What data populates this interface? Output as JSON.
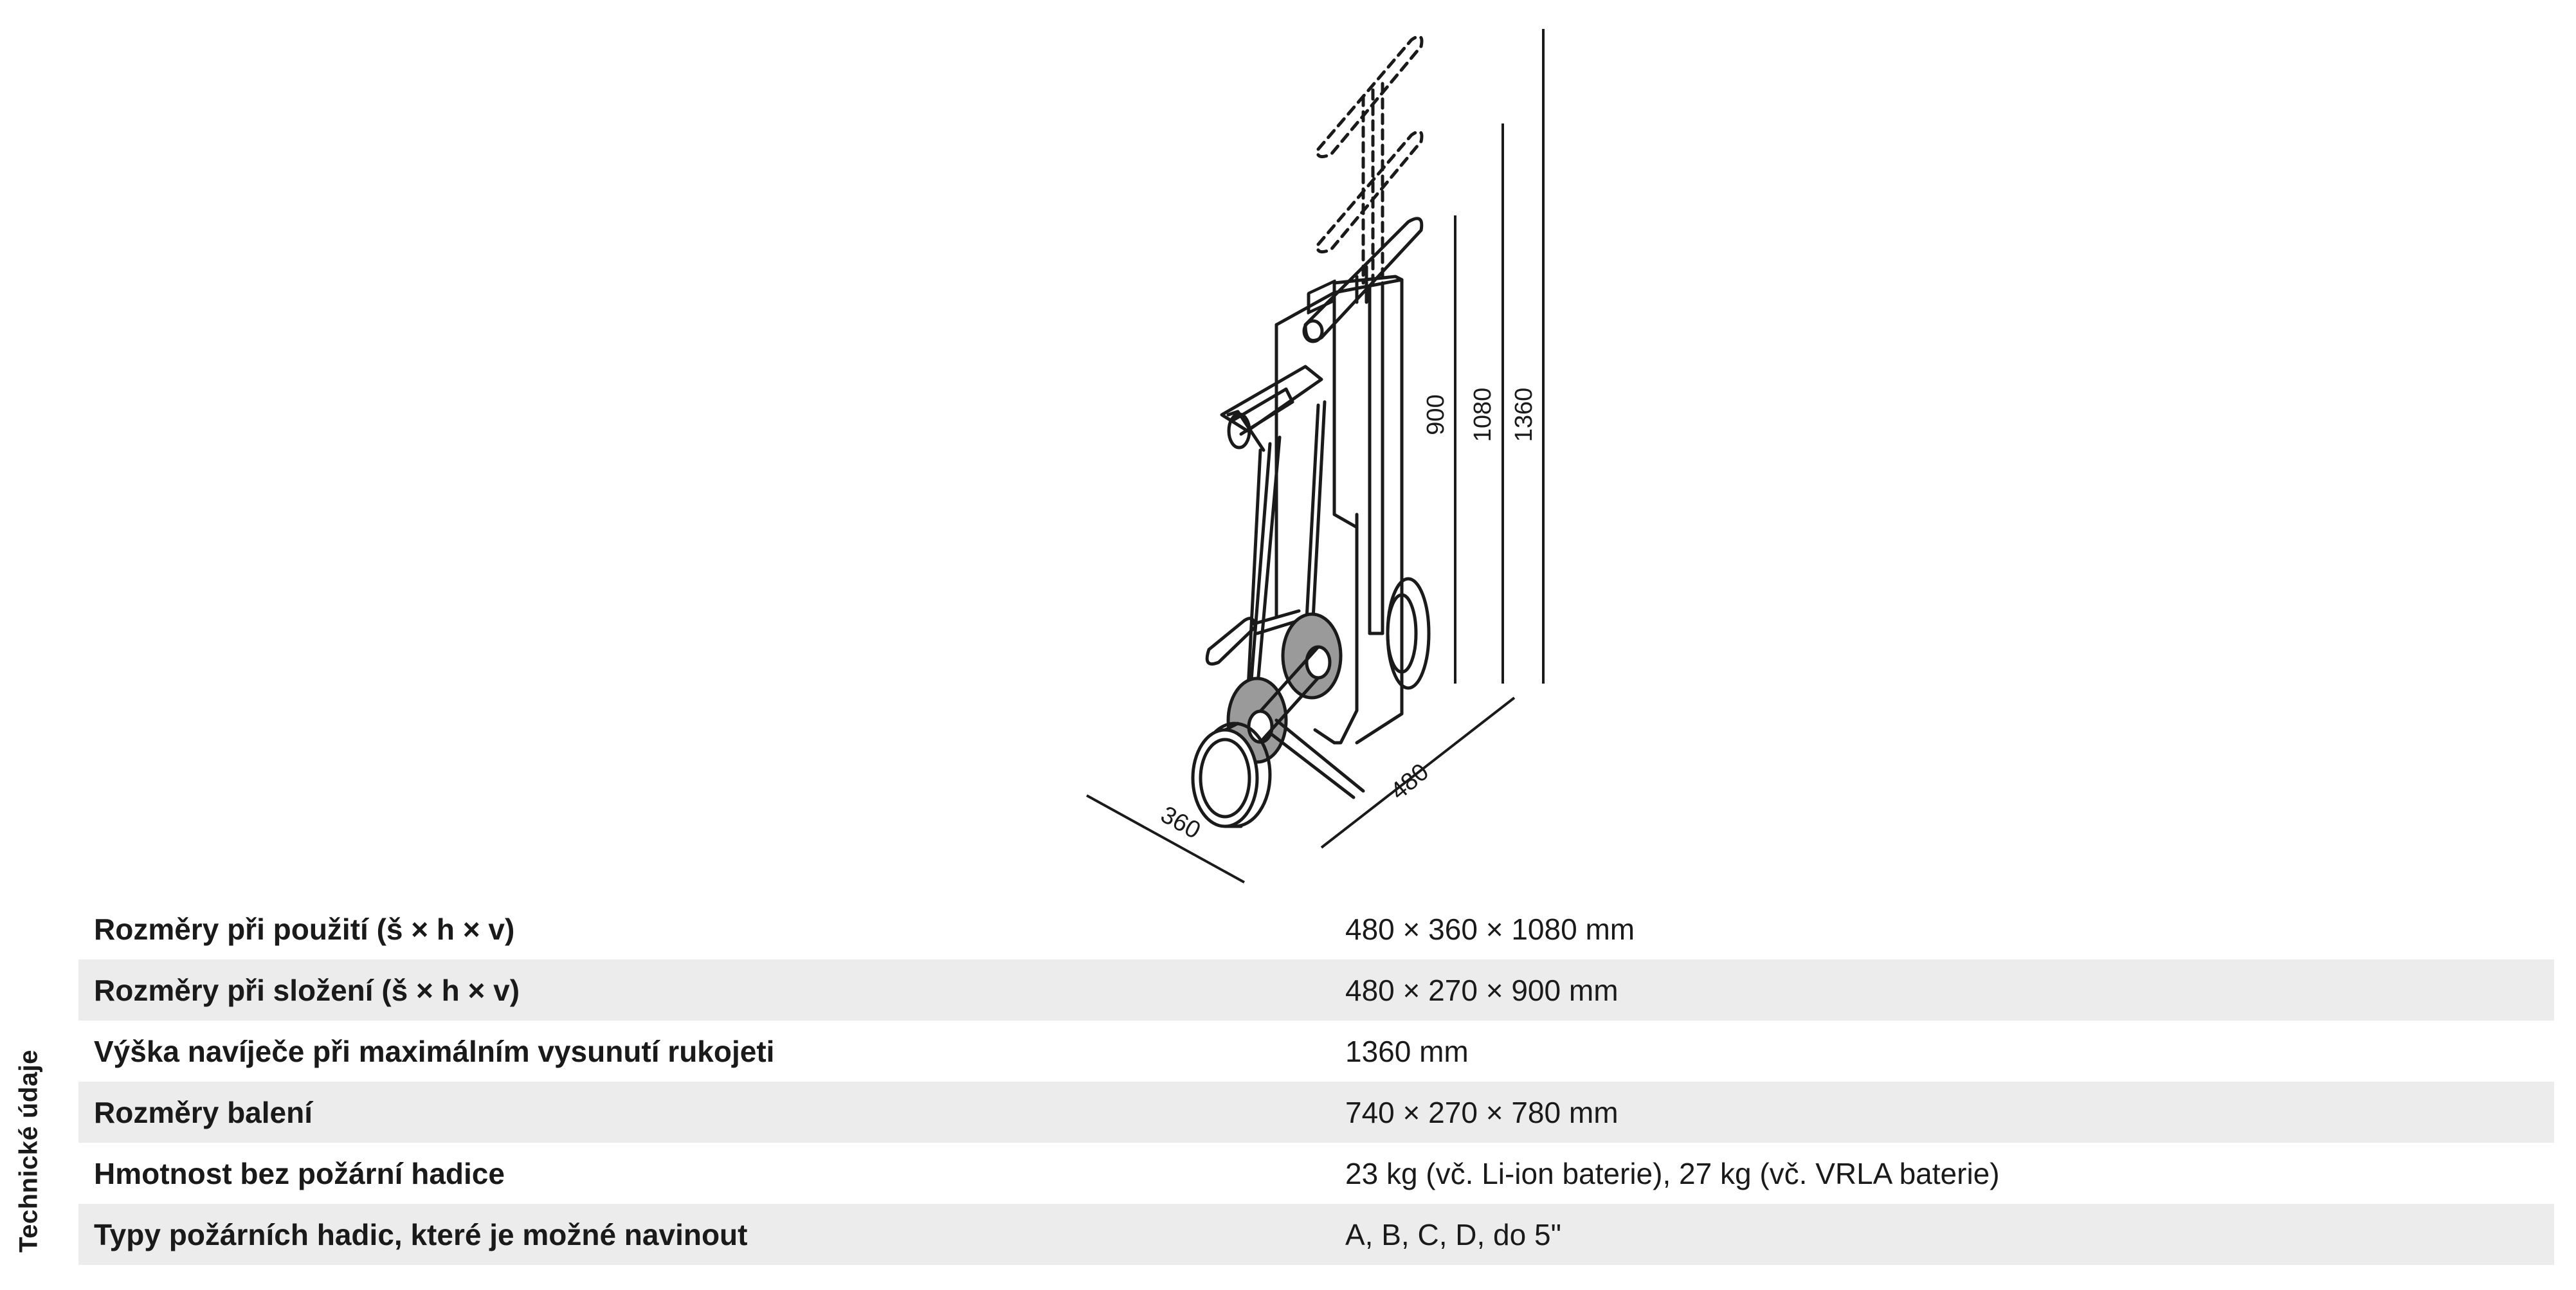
{
  "figure": {
    "dimensions": {
      "height_folded": "900",
      "height_in_use": "1080",
      "height_max": "1360",
      "depth": "480",
      "width": "360"
    }
  },
  "side_label": "Technické údaje",
  "specs": [
    {
      "label": "Rozměry při použití (š × h × v)",
      "value": "480 × 360 × 1080 mm"
    },
    {
      "label": "Rozměry při složení (š × h × v)",
      "value": "480 × 270 × 900 mm"
    },
    {
      "label": "Výška navíječe při maximálním vysunutí rukojeti",
      "value": "1360 mm"
    },
    {
      "label": "Rozměry balení",
      "value": "740 × 270 × 780 mm"
    },
    {
      "label": "Hmotnost bez požární hadice",
      "value": "23 kg (vč. Li-ion baterie), 27 kg (vč. VRLA baterie)"
    },
    {
      "label": "Typy požárních hadic, které je možné navinout",
      "value": "A, B, C, D, do 5\""
    }
  ],
  "colors": {
    "row_shade": "#ececec",
    "line": "#1a1a1a",
    "flange_fill": "#9a9a9a"
  }
}
